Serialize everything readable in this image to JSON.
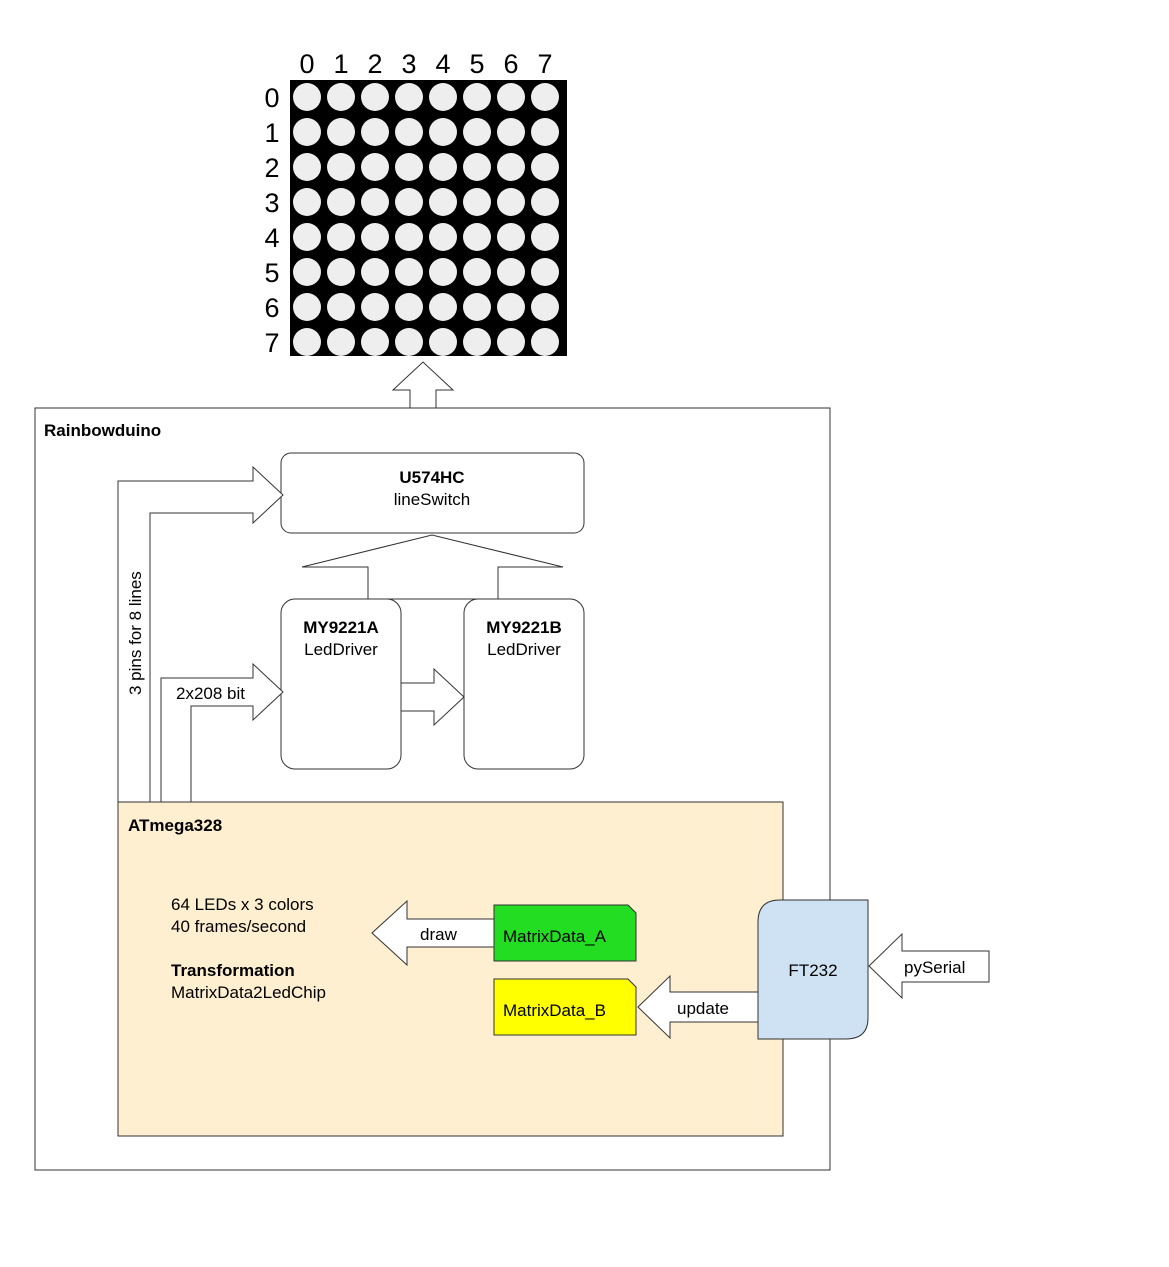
{
  "matrix": {
    "columns": [
      "0",
      "1",
      "2",
      "3",
      "4",
      "5",
      "6",
      "7"
    ],
    "rows": [
      "0",
      "1",
      "2",
      "3",
      "4",
      "5",
      "6",
      "7"
    ]
  },
  "rainbowduino": {
    "label": "Rainbowduino"
  },
  "u574hc": {
    "name": "U574HC",
    "role": "lineSwitch"
  },
  "my9221a": {
    "name": "MY9221A",
    "role": "LedDriver"
  },
  "my9221b": {
    "name": "MY9221B",
    "role": "LedDriver"
  },
  "pins_label": "3 pins for 8 lines",
  "bits_label": "2x208 bit",
  "atmega": {
    "label": "ATmega328",
    "line1": "64 LEDs x 3 colors",
    "line2": "40 frames/second",
    "transform_title": "Transformation",
    "transform_name": "MatrixData2LedChip"
  },
  "matrix_a": {
    "label": "MatrixData_A"
  },
  "matrix_b": {
    "label": "MatrixData_B"
  },
  "draw_label": "draw",
  "update_label": "update",
  "ft232": {
    "label": "FT232"
  },
  "pyserial_label": "pySerial",
  "colors": {
    "led": "#eeeeee",
    "matrix_bg": "#000000",
    "atmega_fill": "#fdefcf",
    "matrix_a_fill": "#22dd22",
    "matrix_b_fill": "#ffff00",
    "ft232_fill": "#cfe2f3"
  }
}
